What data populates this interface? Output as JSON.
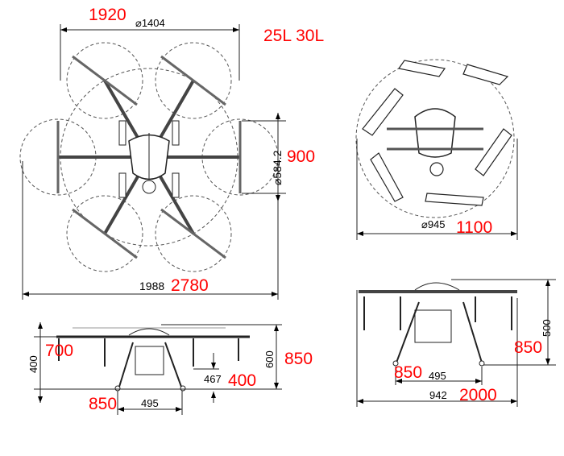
{
  "drawing": {
    "capacity_label": "25L  30L",
    "top_view": {
      "rotor_span_red": "1920",
      "rotor_span_black": "⌀1404",
      "body_dim_red": "900",
      "body_dim_black": "⌀584.2",
      "overall_width_red": "2780",
      "overall_width_black": "1988"
    },
    "folded_view": {
      "diameter_red": "1100",
      "diameter_black": "⌀945"
    },
    "side_view": {
      "left_height_red": "700",
      "left_height_black": "400",
      "right_height_red": "850",
      "right_height_black": "600",
      "clearance_red": "400",
      "clearance_black": "467",
      "gear_width_red": "850",
      "gear_width_black": "495"
    },
    "folded_side_view": {
      "height_red": "850",
      "height_black": "500",
      "gear_width_red": "850",
      "gear_width_black": "495",
      "overall_width_red": "2000",
      "overall_width_black": "942"
    }
  }
}
